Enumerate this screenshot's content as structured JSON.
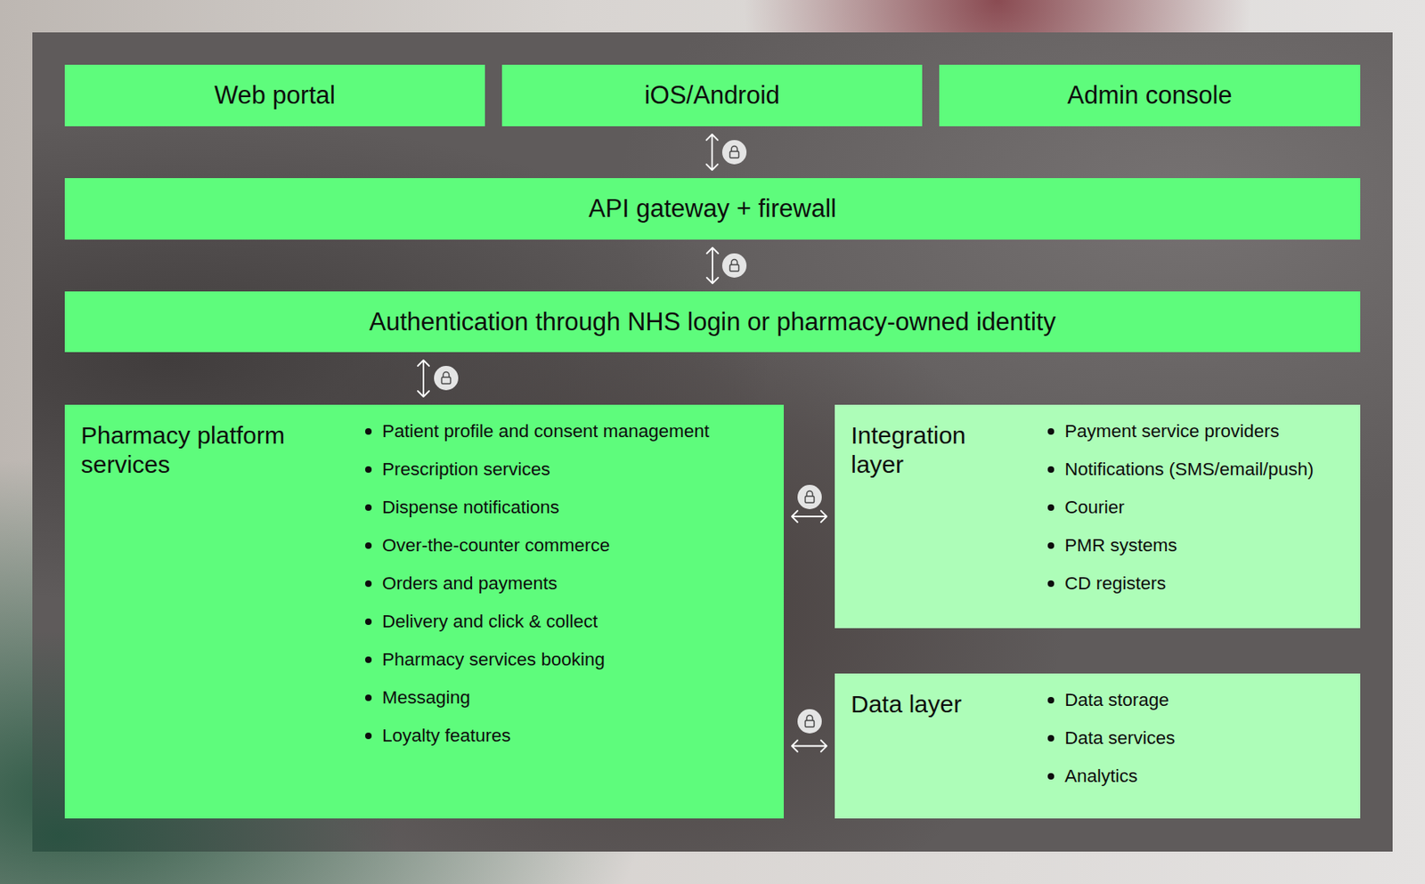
{
  "diagram": {
    "nodes": [
      {
        "text": [
          "Web portal"
        ]
      },
      {
        "text": [
          "iOS/Android"
        ]
      },
      {
        "text": [
          "Admin console"
        ]
      },
      {
        "text": [
          "API gateway + firewall"
        ]
      },
      {
        "text": [
          "Authentication through NHS login or pharmacy-owned identity"
        ]
      },
      {
        "text": [
          "Pharmacy platform services",
          "Patient profile and consent management",
          "Prescription services",
          "Dispense notifications",
          "Over-the-counter commerce",
          "Orders and payments",
          "Delivery and click & collect",
          "Pharmacy services booking",
          "Messaging",
          "Loyalty features"
        ]
      },
      {
        "text": [
          "Integration layer",
          "Payment service providers",
          "Notifications (SMS/email/push)",
          "Courier",
          "PMR systems",
          "CD registers"
        ]
      },
      {
        "text": [
          "Data layer",
          "Data storage",
          "Data services",
          "Analytics"
        ]
      }
    ],
    "edges": [
      {
        "from": 1,
        "to": 3,
        "arrow": "both"
      },
      {
        "from": 3,
        "to": 4,
        "arrow": "both"
      },
      {
        "from": 4,
        "to": 5,
        "arrow": "both"
      },
      {
        "from": 5,
        "to": 6,
        "arrow": "both"
      },
      {
        "from": 5,
        "to": 7,
        "arrow": "both"
      }
    ]
  }
}
